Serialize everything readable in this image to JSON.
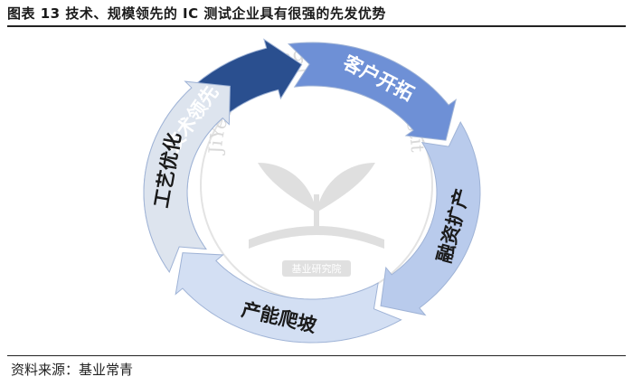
{
  "title": "图表 13  技术、规模领先的 IC 测试企业具有很强的先发优势",
  "source": "资料来源：基业常青",
  "watermark": {
    "text": "JiYeChangQing Economics Institute",
    "seal_text": "基业研究院"
  },
  "cycle": {
    "stages": [
      {
        "label": "技术领先",
        "color": "#2a4f8f",
        "text_color": "#ffffff"
      },
      {
        "label": "客户开拓",
        "color": "#6e90d6",
        "text_color": "#ffffff"
      },
      {
        "label": "融资扩产",
        "color": "#b9cbec",
        "text_color": "#1a1a1a"
      },
      {
        "label": "产能爬坡",
        "color": "#d3dff3",
        "text_color": "#1a1a1a"
      },
      {
        "label": "工艺优化",
        "color": "#dde4ee",
        "text_color": "#1a1a1a"
      }
    ]
  }
}
